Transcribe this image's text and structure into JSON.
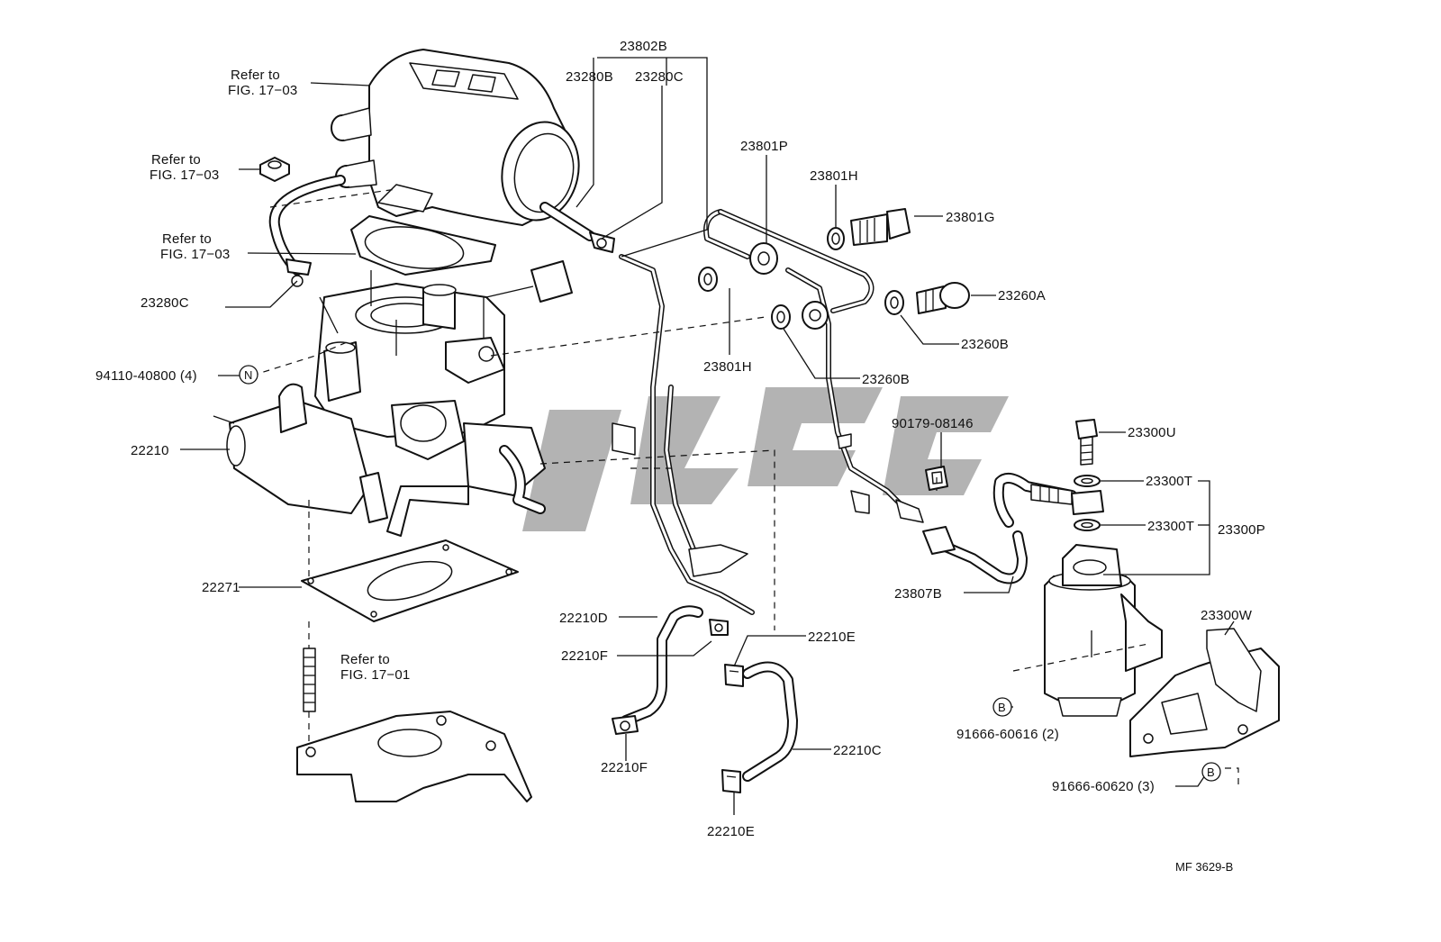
{
  "labels": {
    "refer_a_line1": "Refer to",
    "refer_a_line2": "FIG. 17−03",
    "refer_b_line1": "Refer to",
    "refer_b_line2": "FIG. 17−03",
    "refer_c_line1": "Refer to",
    "refer_c_line2": "FIG. 17−03",
    "refer_d_line1": "Refer to",
    "refer_d_line2": "FIG. 17−01",
    "p23280C_left": "23280C",
    "p94110": "94110-40800 (4)",
    "marker_N": "N",
    "p22210": "22210",
    "p22271": "22271",
    "p23802B": "23802B",
    "p23280B": "23280B",
    "p23280C_top": "23280C",
    "p23801P": "23801P",
    "p23801H_top": "23801H",
    "p23801G": "23801G",
    "p23260A": "23260A",
    "p23260B_right": "23260B",
    "p23801H_low": "23801H",
    "p23260B_low": "23260B",
    "p90179": "90179-08146",
    "p23300U": "23300U",
    "p23300T_top": "23300T",
    "p23300T_low": "23300T",
    "p23300P": "23300P",
    "p23807B": "23807B",
    "p23300W": "23300W",
    "marker_B1": "B",
    "p91666_60616": "91666-60616 (2)",
    "marker_B2": "B",
    "p91666_60620": "91666-60620 (3)",
    "p22210D": "22210D",
    "p22210F_top": "22210F",
    "p22210F_low": "22210F",
    "p22210E_top": "22210E",
    "p22210C": "22210C",
    "p22210E_low": "22210E",
    "figure_code": "MF 3629-B"
  }
}
